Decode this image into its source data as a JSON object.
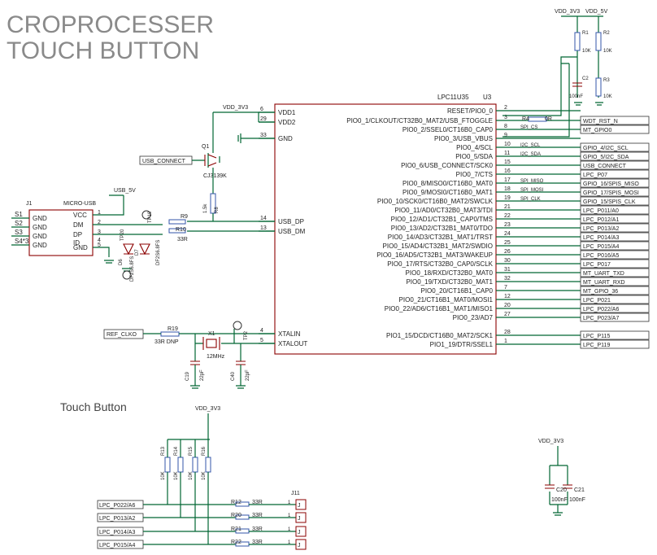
{
  "title": {
    "line1": "CROPROCESSER",
    "line2": "TOUCH BUTTON"
  },
  "touch_title": "Touch Button",
  "power": {
    "vdd33": "VDD_3V3",
    "vdd5": "VDD_5V",
    "usb5": "USB_5V"
  },
  "u3": {
    "part": "LPC11U35",
    "ref": "U3",
    "left_pins": [
      {
        "num": "6",
        "name": "VDD1"
      },
      {
        "num": "29",
        "name": "VDD2"
      },
      {
        "num": "33",
        "name": "GND"
      },
      {
        "num": "14",
        "name": "USB_DP"
      },
      {
        "num": "13",
        "name": "USB_DM"
      },
      {
        "num": "4",
        "name": "XTALIN"
      },
      {
        "num": "5",
        "name": "XTALOUT"
      }
    ],
    "right_pins": [
      {
        "num": "2",
        "name": "RESET/PIO0_0"
      },
      {
        "num": "3",
        "name": "PIO0_1/CLKOUT/CT32B0_MAT2/USB_FTOGGLE"
      },
      {
        "num": "8",
        "name": "PIO0_2/SSEL0/CT16B0_CAP0"
      },
      {
        "num": "9",
        "name": "PIO0_3/USB_VBUS"
      },
      {
        "num": "10",
        "name": "PIO0_4/SCL"
      },
      {
        "num": "11",
        "name": "PIO0_5/SDA"
      },
      {
        "num": "15",
        "name": "PIO0_6/USB_CONNECT/SCK0"
      },
      {
        "num": "16",
        "name": "PIO0_7/CTS"
      },
      {
        "num": "17",
        "name": "PIO0_8/MISO0/CT16B0_MAT0"
      },
      {
        "num": "18",
        "name": "PIO0_9/MOSI0/CT16B0_MAT1"
      },
      {
        "num": "19",
        "name": "PIO0_10/SCK0/CT16B0_MAT2/SWCLK"
      },
      {
        "num": "21",
        "name": "PIO0_11/AD0/CT32B0_MAT3/TDI"
      },
      {
        "num": "22",
        "name": "PIO0_12/AD1/CT32B1_CAP0/TMS"
      },
      {
        "num": "23",
        "name": "PIO0_13/AD2/CT32B1_MAT0/TDO"
      },
      {
        "num": "24",
        "name": "PIO0_14/AD3/CT32B1_MAT1/TRST"
      },
      {
        "num": "25",
        "name": "PIO0_15/AD4/CT32B1_MAT2/SWDIO"
      },
      {
        "num": "26",
        "name": "PIO0_16/AD5/CT32B1_MAT3/WAKEUP"
      },
      {
        "num": "30",
        "name": "PIO0_17/RTS/CT32B0_CAP0/SCLK"
      },
      {
        "num": "31",
        "name": "PIO0_18/RXD/CT32B0_MAT0"
      },
      {
        "num": "32",
        "name": "PIO0_19/TXD/CT32B0_MAT1"
      },
      {
        "num": "7",
        "name": "PIO0_20/CT16B1_CAP0"
      },
      {
        "num": "12",
        "name": "PIO0_21/CT16B1_MAT0/MOSI1"
      },
      {
        "num": "20",
        "name": "PIO0_22/AD6/CT16B1_MAT1/MISO1"
      },
      {
        "num": "27",
        "name": "PIO0_23/AD7"
      },
      {
        "num": "28",
        "name": "PIO1_15/DCD/CT16B0_MAT2/SCK1"
      },
      {
        "num": "1",
        "name": "PIO1_19/DTR/SSEL1"
      }
    ]
  },
  "nets": [
    "",
    "WDT_RST_N",
    "MT_GPIO0",
    "",
    "GPIO_4/I2C_SCL",
    "GPIO_5/I2C_SDA",
    "USB_CONNECT",
    "LPC_P07",
    "GPIO_16/SPIS_MISO",
    "GPIO_17/SPIS_MOSI",
    "GPIO_15/SPIS_CLK",
    "LPC_P011/A0",
    "LPC_P012/A1",
    "LPC_P013/A2",
    "LPC_P014/A3",
    "LPC_P015/A4",
    "LPC_P016/A5",
    "LPC_P017",
    "MT_UART_TXD",
    "MT_UART_RXD",
    "MT_GPIO_36",
    "LPC_P021",
    "LPC_P022/A6",
    "LPC_P023/A7",
    "LPC_P115",
    "LPC_P119"
  ],
  "wire_labels": [
    "",
    "",
    "SPI_CS",
    "",
    "I2C_SCL",
    "I2C_SDA",
    "",
    "",
    "SPI_MISO",
    "SPI_MOSI",
    "SPI_CLK"
  ],
  "r4": {
    "ref": "R4",
    "val": "0R"
  },
  "top_res": {
    "r1": "R1",
    "r2": "R2",
    "r3": "R3",
    "c2": "C2",
    "v1": "10K",
    "v2": "10K",
    "v3": "10K",
    "vc": "100nF"
  },
  "q1": {
    "ref": "Q1",
    "part": "CJ3139K",
    "net": "USB_CONNECT",
    "r8": "R8",
    "r8v": "1.5k"
  },
  "j1": {
    "ref": "J1",
    "part": "MICRO-USB",
    "s_labels": [
      "S1",
      "S2",
      "S3",
      "S4*3"
    ],
    "pins": [
      {
        "num": "1",
        "name": "VCC"
      },
      {
        "num": "2",
        "name": "DM"
      },
      {
        "num": "3",
        "name": "DP"
      },
      {
        "num": "4",
        "name": "ID"
      },
      {
        "num": "5",
        "name": "GND"
      }
    ],
    "gnd_labels": [
      "GND",
      "GND",
      "GND",
      "GND"
    ]
  },
  "usb_series": {
    "r9": "R9",
    "r10": "R10",
    "val": "33R"
  },
  "esd": {
    "d6": "D6",
    "d7": "D7",
    "p1": "DF2S6.8FS",
    "p2": "DF2S6.8FS",
    "tp1": "TP19",
    "tp2": "TP20"
  },
  "clock": {
    "net": "REF_CLKO",
    "r19": "R19",
    "r19v": "33R DNP",
    "x1": "X1",
    "xf": "12MHz",
    "c19": "C19",
    "c40": "C40",
    "cv": "22pF",
    "tp": "TP2"
  },
  "touch": {
    "res": [
      "R13",
      "R14",
      "R15",
      "R16"
    ],
    "res_val": "10K",
    "nets": [
      "LPC_P022/A6",
      "LPC_P013/A2",
      "LPC_P014/A3",
      "LPC_P015/A4"
    ],
    "series": [
      "R12",
      "R20",
      "R21",
      "R22"
    ],
    "series_val": "33R",
    "conn": "J11",
    "pins": [
      "1",
      "1",
      "1",
      "1"
    ],
    "pads": [
      "J",
      "J",
      "J",
      "J"
    ]
  },
  "caps": {
    "c20": "C20",
    "c21": "C21",
    "v1": "100nF",
    "v2": "100nF"
  }
}
